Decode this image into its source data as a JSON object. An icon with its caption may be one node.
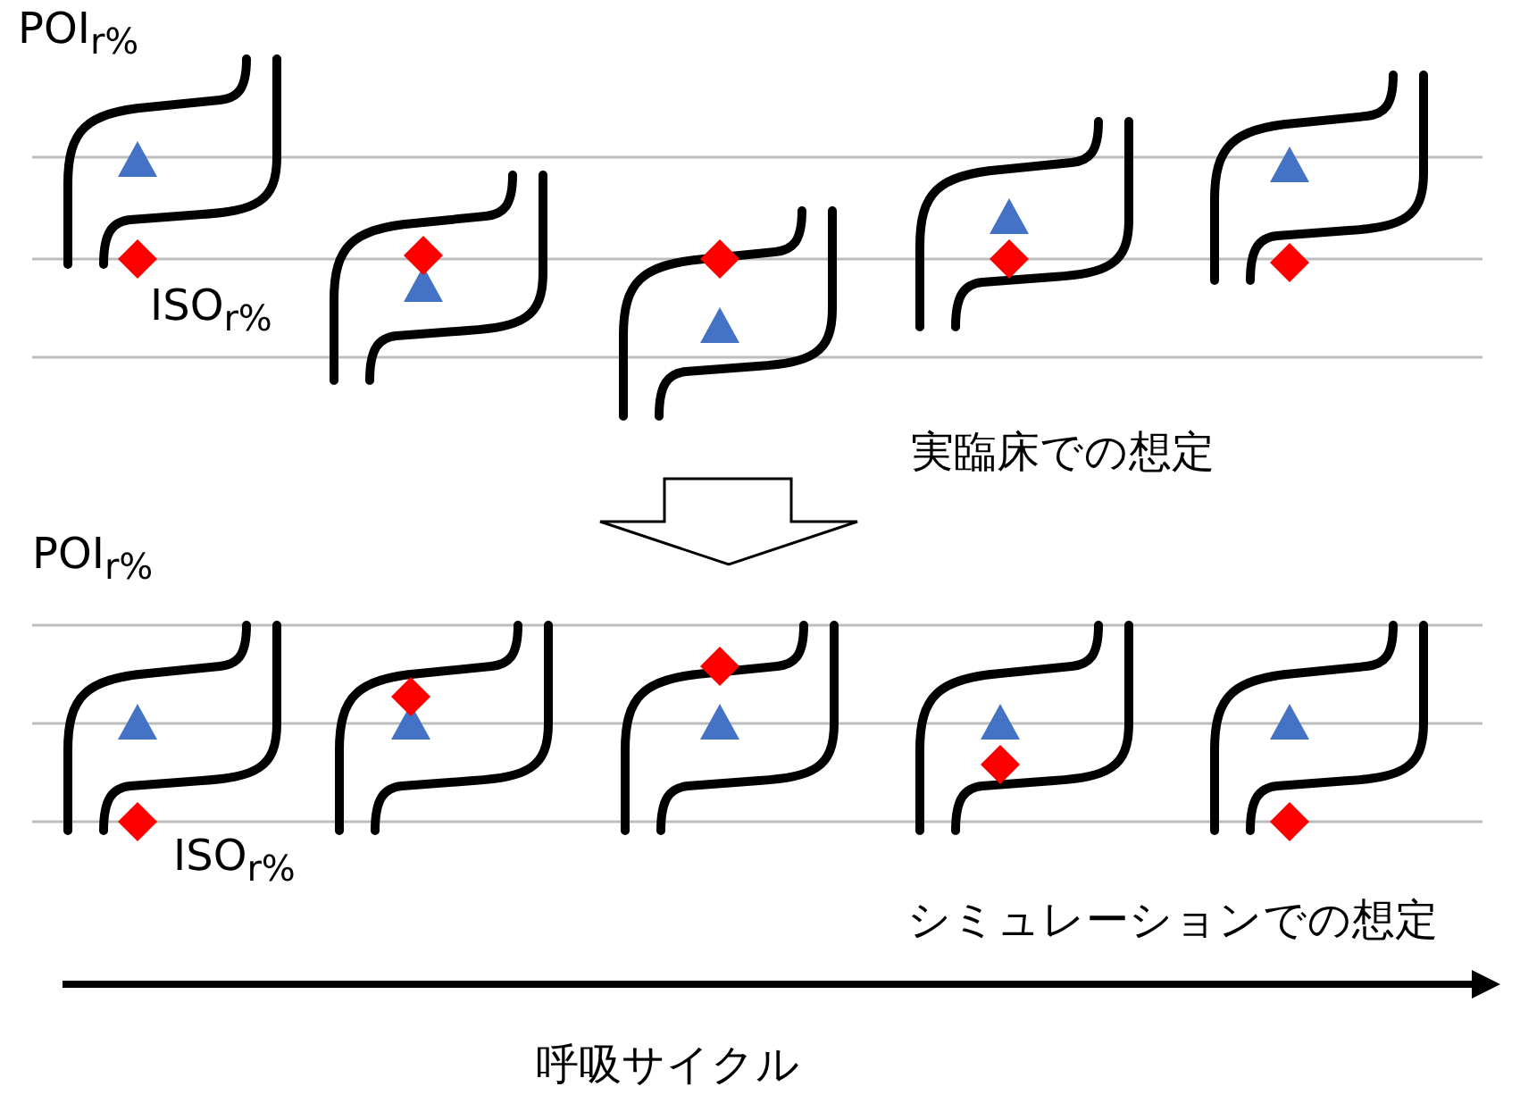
{
  "diagram": {
    "labels": [
      "POI$_{r%}$",
      "ISO$_{r%}$",
      "実臨床での想定",
      "POI$_{r%}$",
      "ISO$_{r%}$",
      "シミュレーションでの想定",
      "呼吸サイクル"
    ]
  }
}
